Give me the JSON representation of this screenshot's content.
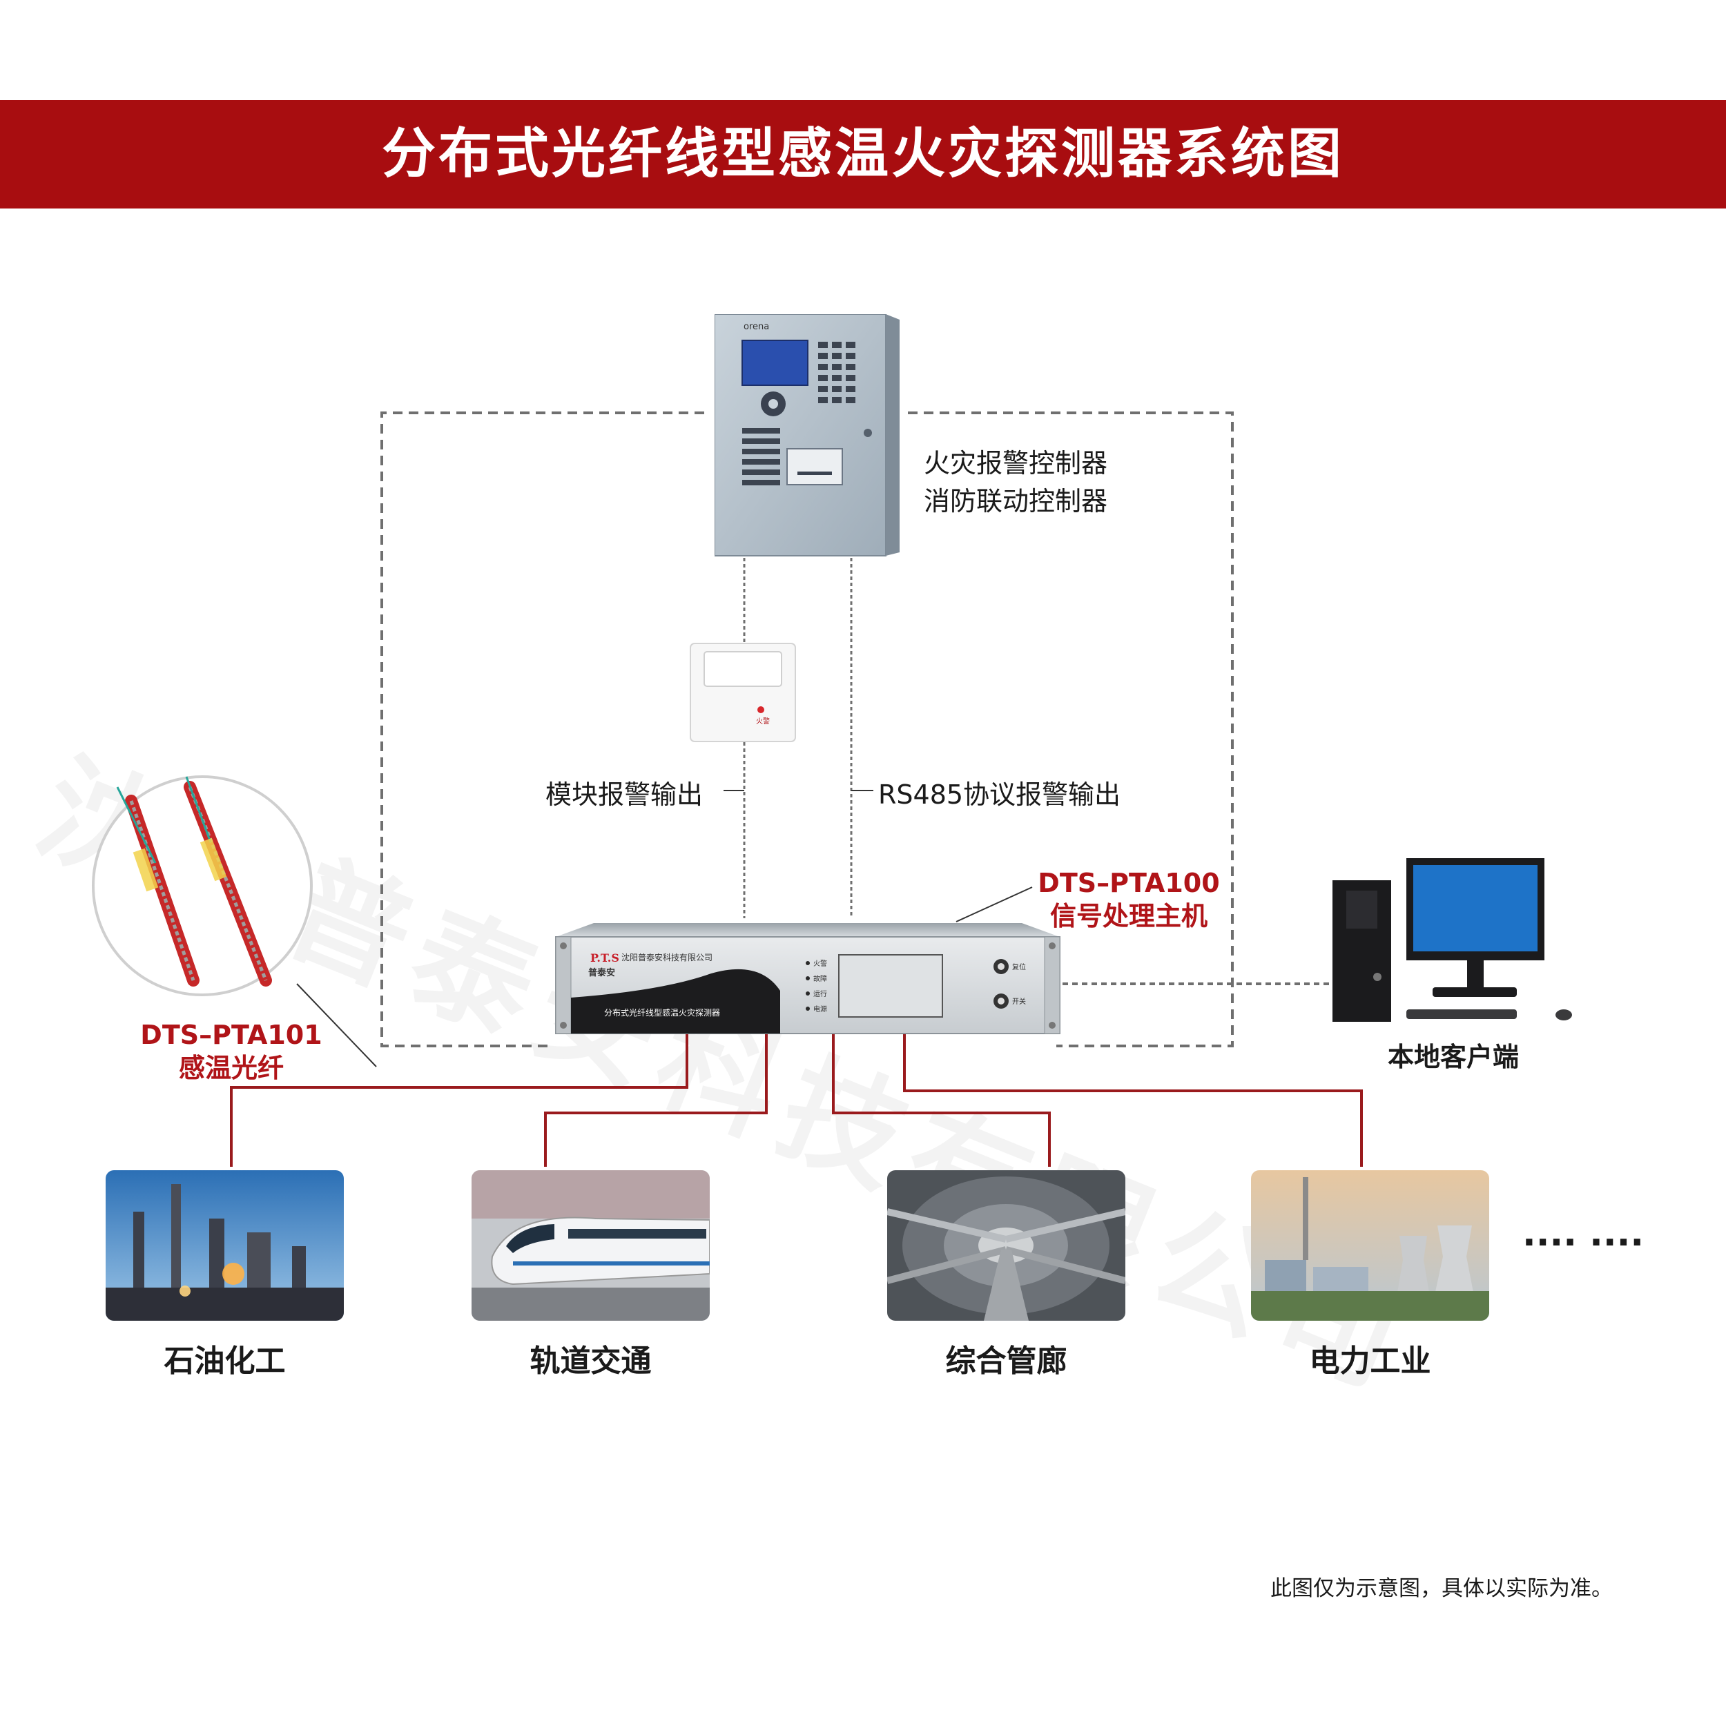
{
  "title": "分布式光纤线型感温火灾探测器系统图",
  "watermark": "沈阳普泰安科技有限公司",
  "controller": {
    "line1": "火灾报警控制器",
    "line2": "消防联动控制器",
    "brand": "orena"
  },
  "module": {
    "alarm_label": "火警"
  },
  "links": {
    "module_output": "模块报警输出",
    "rs485_output": "RS485协议报警输出"
  },
  "host": {
    "model": "DTS–PTA100",
    "name": "信号处理主机",
    "logo": "P.T.S",
    "logo_cn": "普泰安",
    "company": "沈阳普泰安科技有限公司",
    "panel_name": "分布式光纤线型感温火灾探测器",
    "indicators": [
      "火警",
      "故障",
      "运行",
      "电源"
    ],
    "btn_reset": "复位",
    "btn_power": "开关"
  },
  "fiber": {
    "model": "DTS–PTA101",
    "name": "感温光纤"
  },
  "client": {
    "label": "本地客户端"
  },
  "applications": [
    {
      "label": "石油化工"
    },
    {
      "label": "轨道交通"
    },
    {
      "label": "综合管廊"
    },
    {
      "label": "电力工业"
    }
  ],
  "more": "····  ····",
  "footnote": "此图仅为示意图，具体以实际为准。",
  "colors": {
    "banner": "#a80d10",
    "accent_red": "#b01418",
    "link_red": "#9a1a1d",
    "dashed": "#6f6f6f"
  }
}
